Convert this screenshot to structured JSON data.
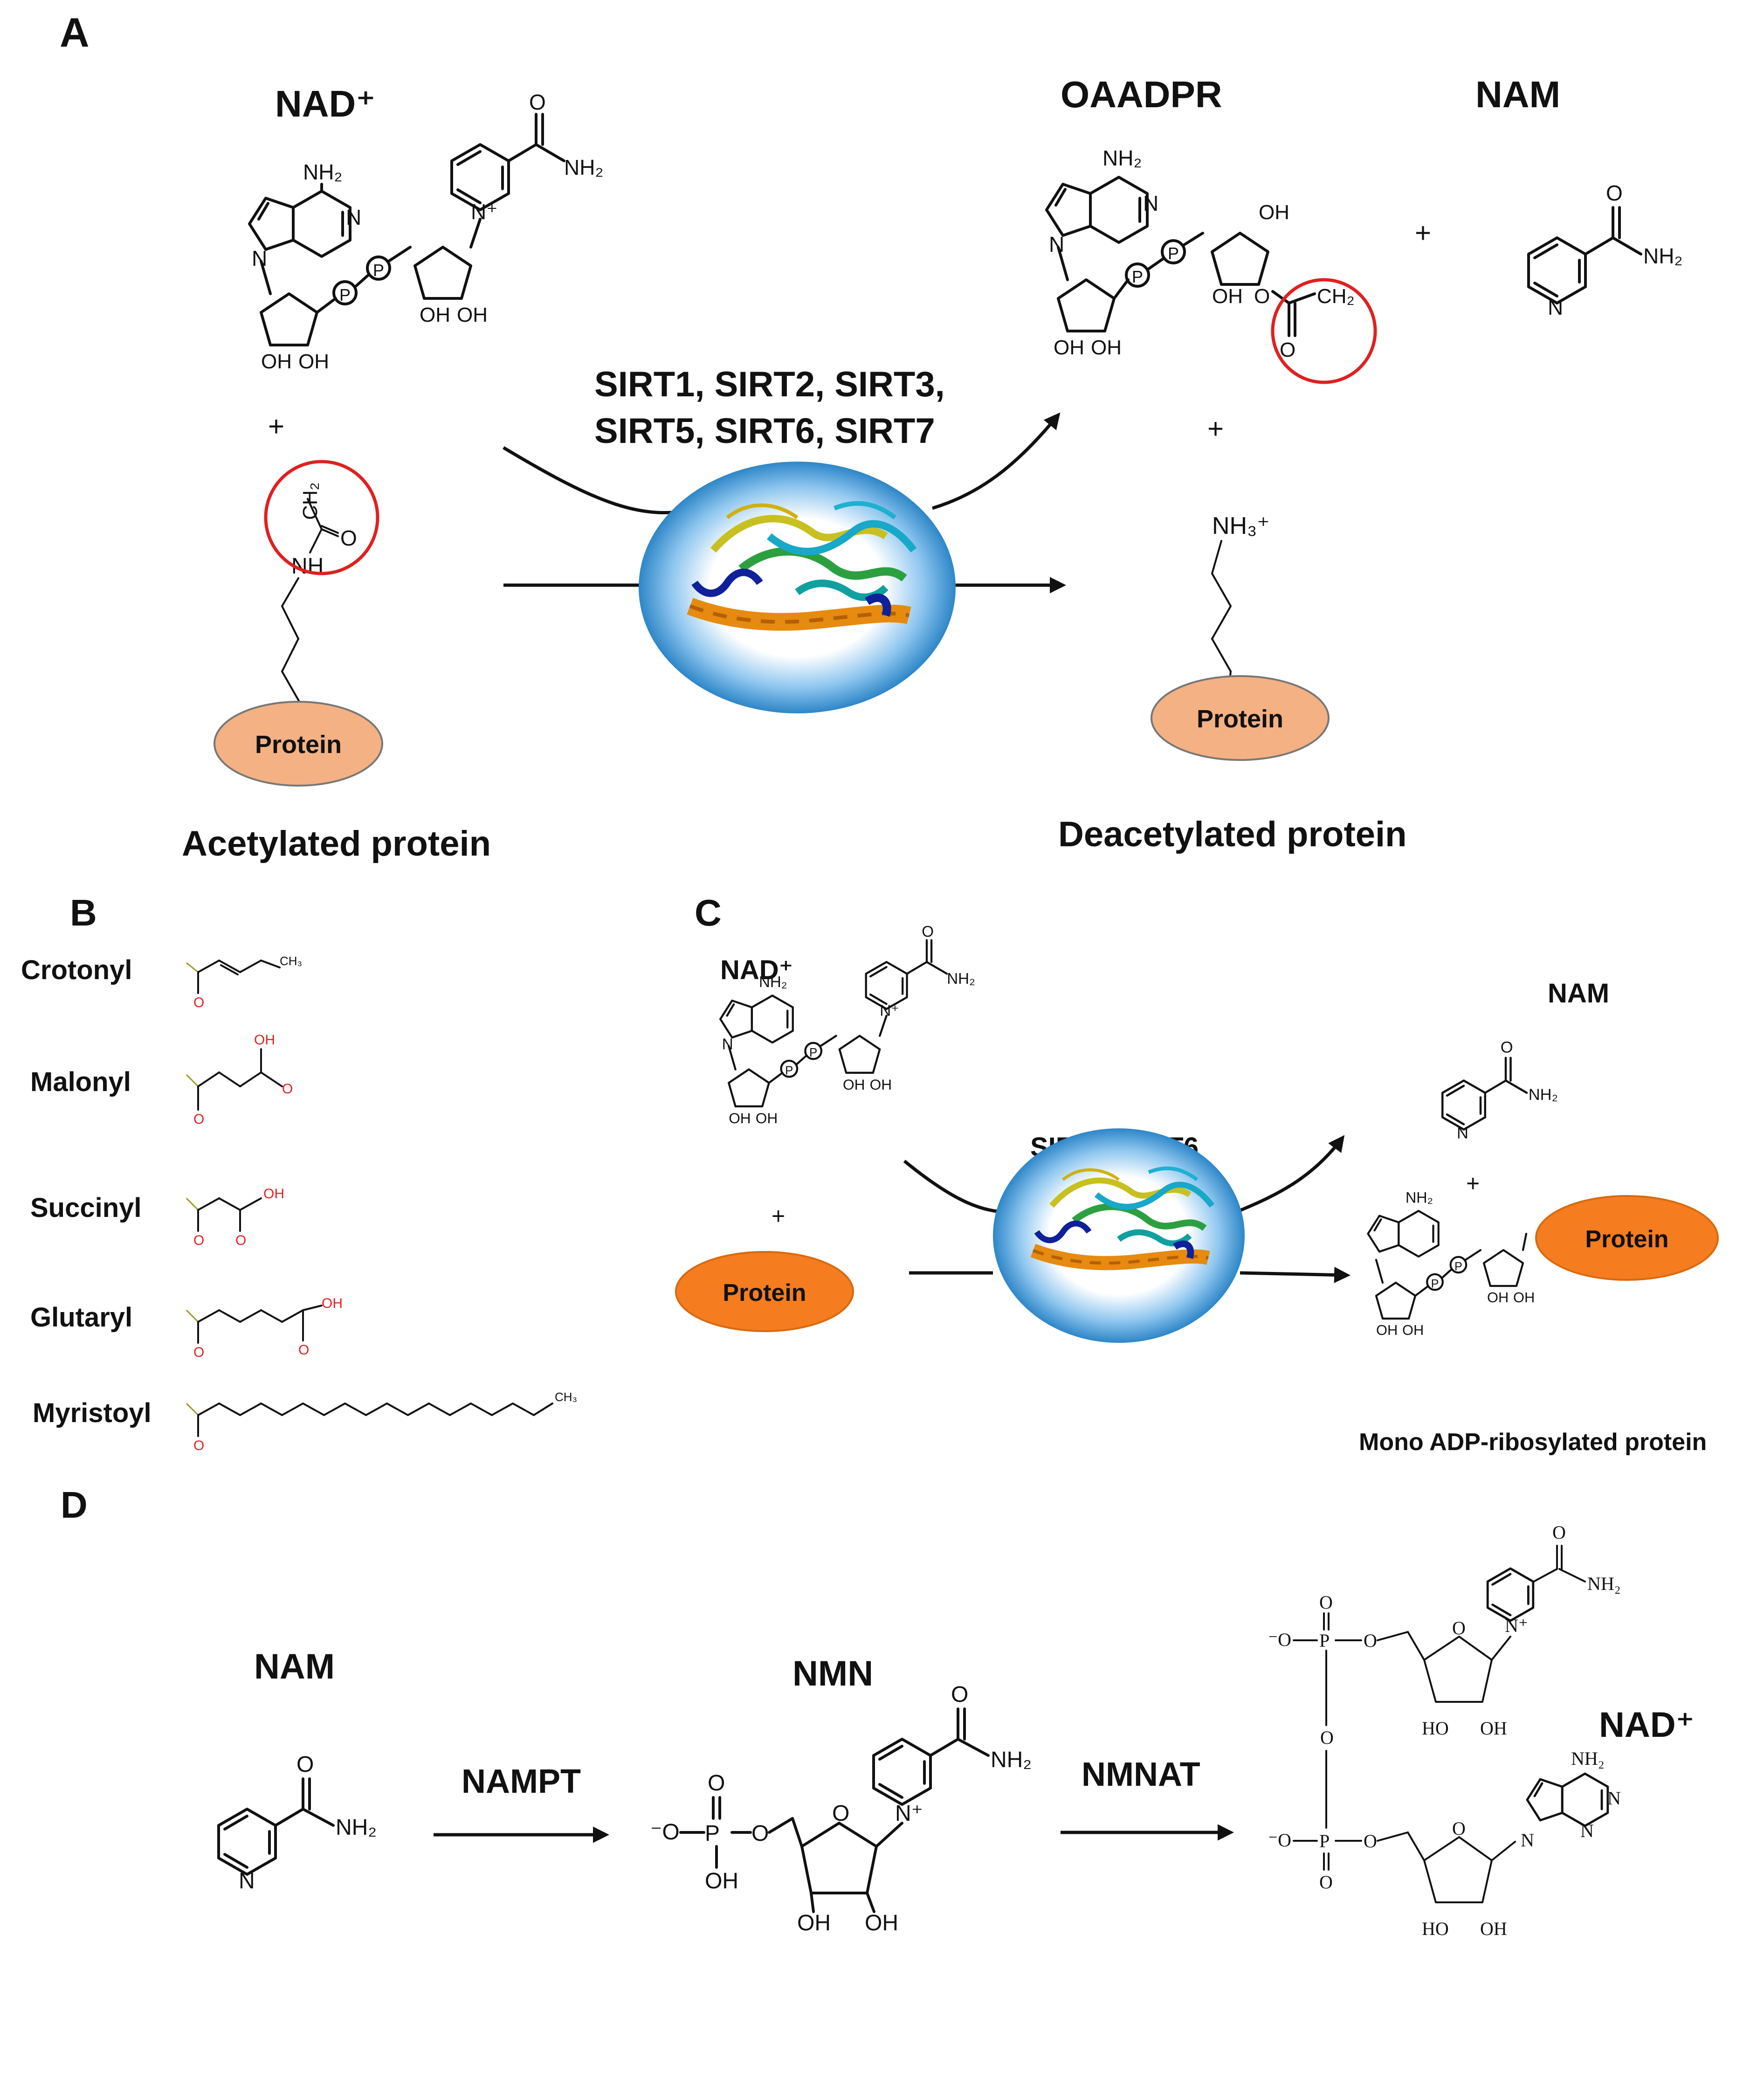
{
  "colors": {
    "protein_fill_A": "#f4b183",
    "protein_fill_C": "#f57c1f",
    "enzyme_blue": "#2e86c8",
    "highlight_circle": "#e02020",
    "acyl_oxygen": "#e02020"
  },
  "icons": {
    "enzyme": "sirtuin-protein-ribbon-icon",
    "protein": "protein-ellipse-icon",
    "phosphate": "circled-p-icon"
  },
  "panel_a": {
    "label": "A",
    "nad": "NAD⁺",
    "oaadpr": "OAADPR",
    "nam": "NAM",
    "plus": "+",
    "enzymes_line1": "SIRT1, SIRT2, SIRT3,",
    "enzymes_line2": "SIRT5, SIRT6, SIRT7",
    "protein": "Protein",
    "acetylated": "Acetylated protein",
    "deacetylated": "Deacetylated protein",
    "atoms": {
      "nh2": "NH₂",
      "n": "N",
      "n_plus": "N⁺",
      "o": "O",
      "oh": "OH",
      "p": "P",
      "nh": "NH",
      "ch2": "CH₂",
      "nh3": "NH₃⁺"
    }
  },
  "panel_b": {
    "label": "B",
    "acyl_groups": [
      "Crotonyl",
      "Malonyl",
      "Succinyl",
      "Glutaryl",
      "Myristoyl"
    ],
    "atoms": {
      "o": "O",
      "oh": "OH",
      "ch3": "CH₃"
    }
  },
  "panel_c": {
    "label": "C",
    "nad": "NAD⁺",
    "nam": "NAM",
    "plus": "+",
    "enzymes": "SIRT4, SIRT6",
    "protein": "Protein",
    "product": "Mono ADP-ribosylated protein"
  },
  "panel_d": {
    "label": "D",
    "nam": "NAM",
    "nmn": "NMN",
    "nad": "NAD⁺",
    "nampt": "NAMPT",
    "nmnat": "NMNAT",
    "atoms": {
      "o": "O",
      "o_minus": "⁻O",
      "p": "P",
      "oh": "OH",
      "ho": "HO",
      "nh2": "NH₂",
      "n": "N",
      "n_plus": "N⁺"
    }
  }
}
